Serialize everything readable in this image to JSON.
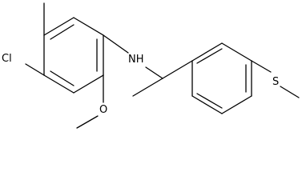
{
  "molecule": {
    "atoms": {
      "chloro": "Cl",
      "amine": "NH",
      "methoxy_oxygen": "O",
      "thioether_sulfur": "S"
    }
  }
}
